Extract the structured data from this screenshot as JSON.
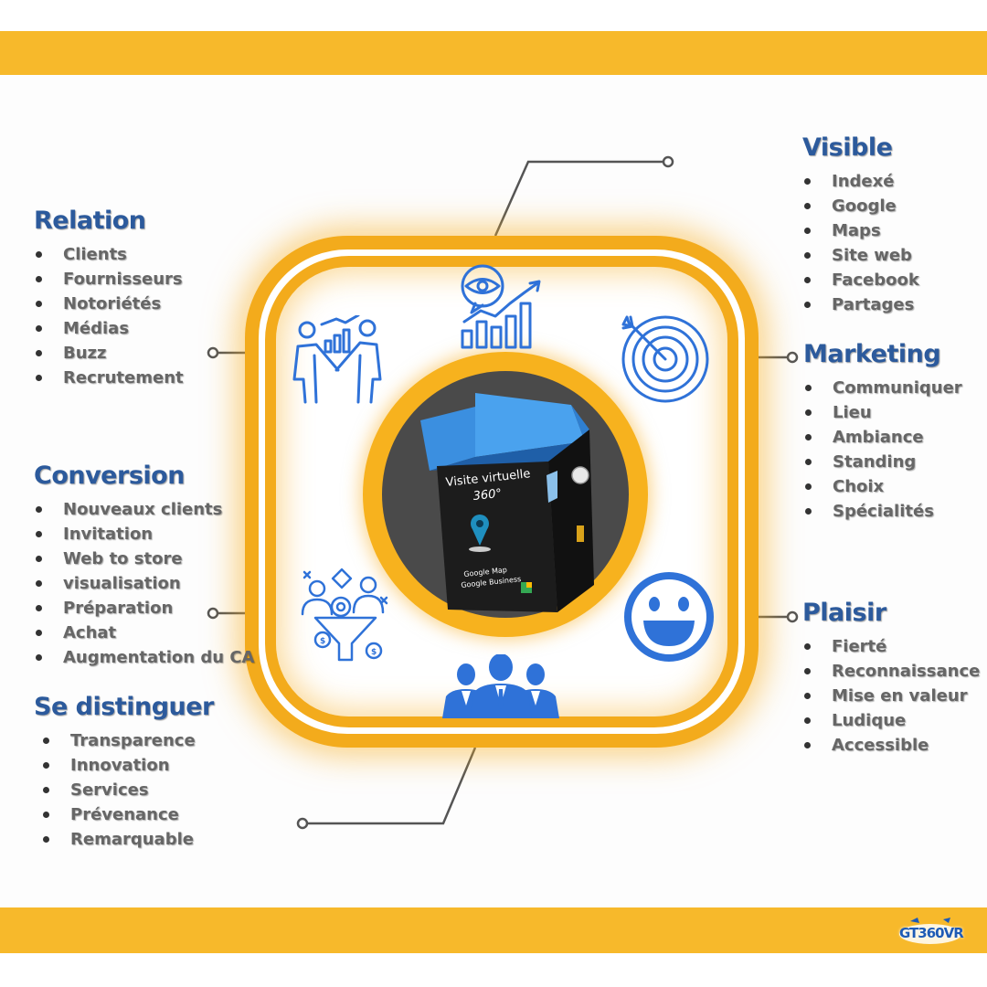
{
  "colors": {
    "accent": "#f7b92b",
    "frame": "#f3ab1c",
    "heading": "#2c5a9c",
    "icon": "#2f72d8",
    "list_text": "#666666"
  },
  "center": {
    "box_title": "Visite virtuelle",
    "box_subtitle": "360°",
    "box_line_1": "Google Map",
    "box_line_2": "Google Business"
  },
  "icons": [
    "handshake-icon",
    "eye-chart-icon",
    "target-icon",
    "funnel-icon",
    "smiley-icon",
    "team-icon"
  ],
  "sections": {
    "visible": {
      "title": "Visible",
      "items": [
        "Indexé",
        "Google",
        "Maps",
        "Site web",
        "Facebook",
        "Partages"
      ]
    },
    "marketing": {
      "title": "Marketing",
      "items": [
        "Communiquer",
        "Lieu",
        "Ambiance",
        "Standing",
        "Choix",
        "Spécialités"
      ]
    },
    "plaisir": {
      "title": "Plaisir",
      "items": [
        "Fierté",
        "Reconnaissance",
        "Mise en valeur",
        "Ludique",
        "Accessible"
      ]
    },
    "relation": {
      "title": "Relation",
      "items": [
        "Clients",
        "Fournisseurs",
        "Notoriétés",
        "Médias",
        "Buzz",
        "Recrutement"
      ]
    },
    "conversion": {
      "title": "Conversion",
      "items": [
        "Nouveaux clients",
        "Invitation",
        "Web to store",
        "visualisation",
        "Préparation",
        "Achat",
        "Augmentation du CA"
      ]
    },
    "distinguer": {
      "title": "Se distinguer",
      "items": [
        "Transparence",
        "Innovation",
        "Services",
        "Prévenance",
        "Remarquable"
      ]
    }
  },
  "logo": {
    "text": "GT360VR"
  }
}
